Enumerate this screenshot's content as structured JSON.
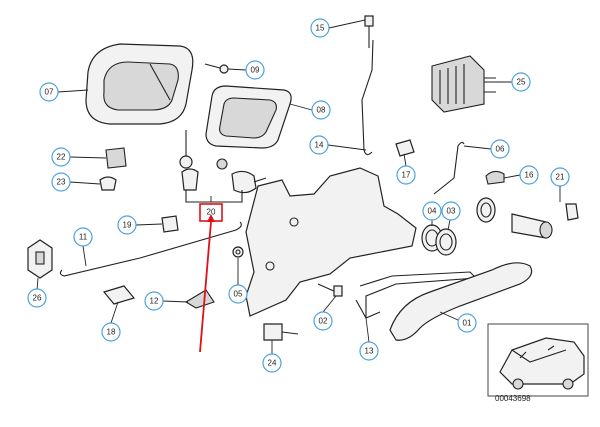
{
  "callouts": [
    {
      "id": "15",
      "label": "15"
    },
    {
      "id": "09",
      "label": "09"
    },
    {
      "id": "07",
      "label": "07"
    },
    {
      "id": "25",
      "label": "25"
    },
    {
      "id": "08",
      "label": "08"
    },
    {
      "id": "14",
      "label": "14"
    },
    {
      "id": "06",
      "label": "06"
    },
    {
      "id": "22",
      "label": "22"
    },
    {
      "id": "23",
      "label": "23"
    },
    {
      "id": "17",
      "label": "17"
    },
    {
      "id": "16",
      "label": "16"
    },
    {
      "id": "21",
      "label": "21"
    },
    {
      "id": "20",
      "label": "20"
    },
    {
      "id": "19",
      "label": "19"
    },
    {
      "id": "04",
      "label": "04"
    },
    {
      "id": "03",
      "label": "03"
    },
    {
      "id": "11",
      "label": "11"
    },
    {
      "id": "05",
      "label": "05"
    },
    {
      "id": "26",
      "label": "26"
    },
    {
      "id": "12",
      "label": "12"
    },
    {
      "id": "02",
      "label": "02"
    },
    {
      "id": "01",
      "label": "01"
    },
    {
      "id": "18",
      "label": "18"
    },
    {
      "id": "13",
      "label": "13"
    },
    {
      "id": "24",
      "label": "24"
    }
  ],
  "highlighted_part": "20",
  "highlight_color": "#e0101a",
  "callout_color": "#4aa3df",
  "reference_number": "00043698"
}
